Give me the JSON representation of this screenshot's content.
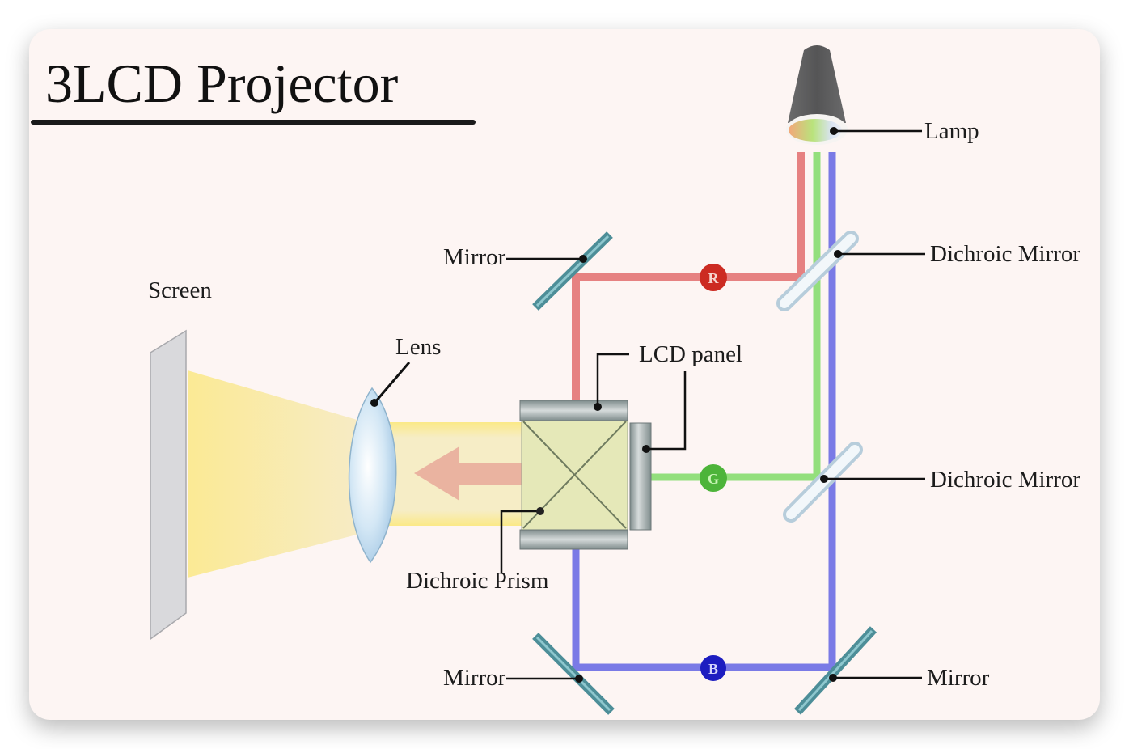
{
  "title": "3LCD Projector",
  "labels": {
    "lamp": "Lamp",
    "mirror_top": "Mirror",
    "dichroic_mirror_top": "Dichroic Mirror",
    "screen": "Screen",
    "lens": "Lens",
    "lcd_panel": "LCD panel",
    "dichroic_mirror_mid": "Dichroic Mirror",
    "dichroic_prism": "Dichroic Prism",
    "mirror_bottom_left": "Mirror",
    "mirror_bottom_right": "Mirror"
  },
  "channels": {
    "red": {
      "letter": "R",
      "beam": "#e68181",
      "badge": "#cc2b22"
    },
    "green": {
      "letter": "G",
      "beam": "#93df7c",
      "badge": "#4db43a"
    },
    "blue": {
      "letter": "B",
      "beam": "#7a7ae6",
      "badge": "#1d1dc0"
    }
  },
  "colors": {
    "background": "#fdf5f3",
    "light_beam": "#f8ea9a",
    "arrow": "#eab3a0",
    "screen": "#d9d9dc",
    "lamp_body": "#5f5f60"
  }
}
